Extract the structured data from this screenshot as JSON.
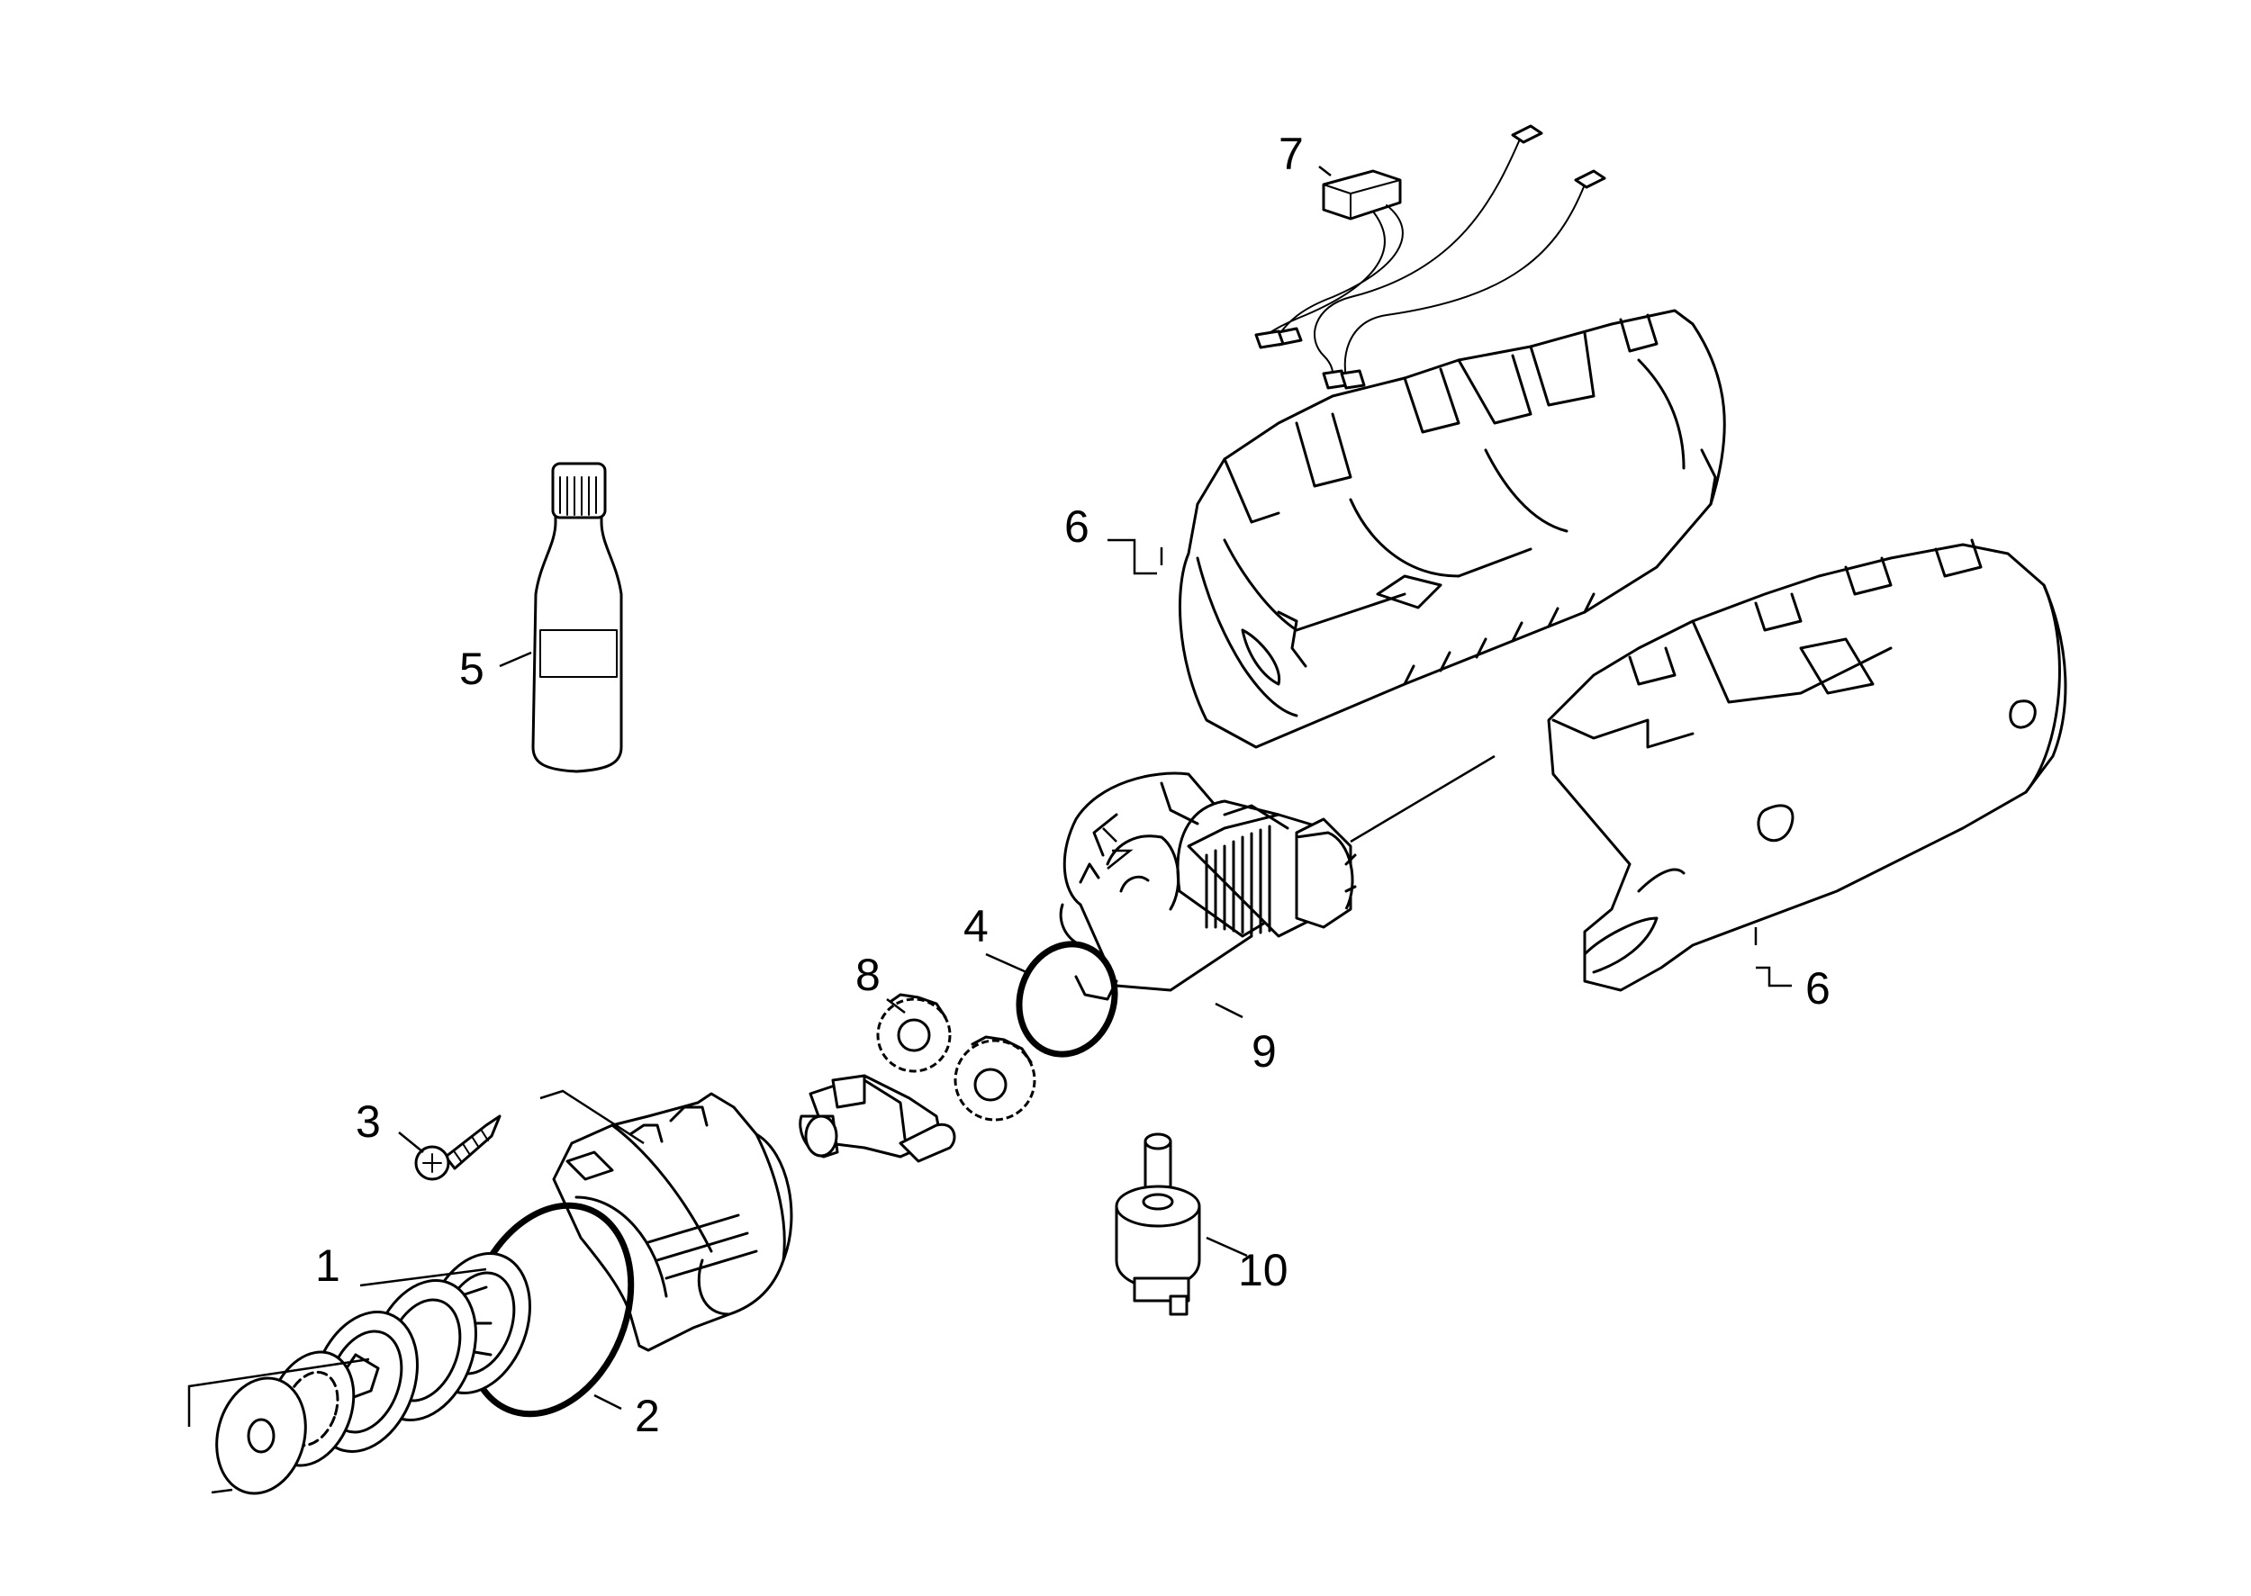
{
  "callouts": [
    {
      "id": "1",
      "label": "1"
    },
    {
      "id": "2",
      "label": "2"
    },
    {
      "id": "3",
      "label": "3"
    },
    {
      "id": "4",
      "label": "4"
    },
    {
      "id": "5",
      "label": "5"
    },
    {
      "id": "6a",
      "label": "6"
    },
    {
      "id": "6b",
      "label": "6"
    },
    {
      "id": "7",
      "label": "7"
    },
    {
      "id": "8",
      "label": "8"
    },
    {
      "id": "9",
      "label": "9"
    },
    {
      "id": "10",
      "label": "10"
    }
  ]
}
